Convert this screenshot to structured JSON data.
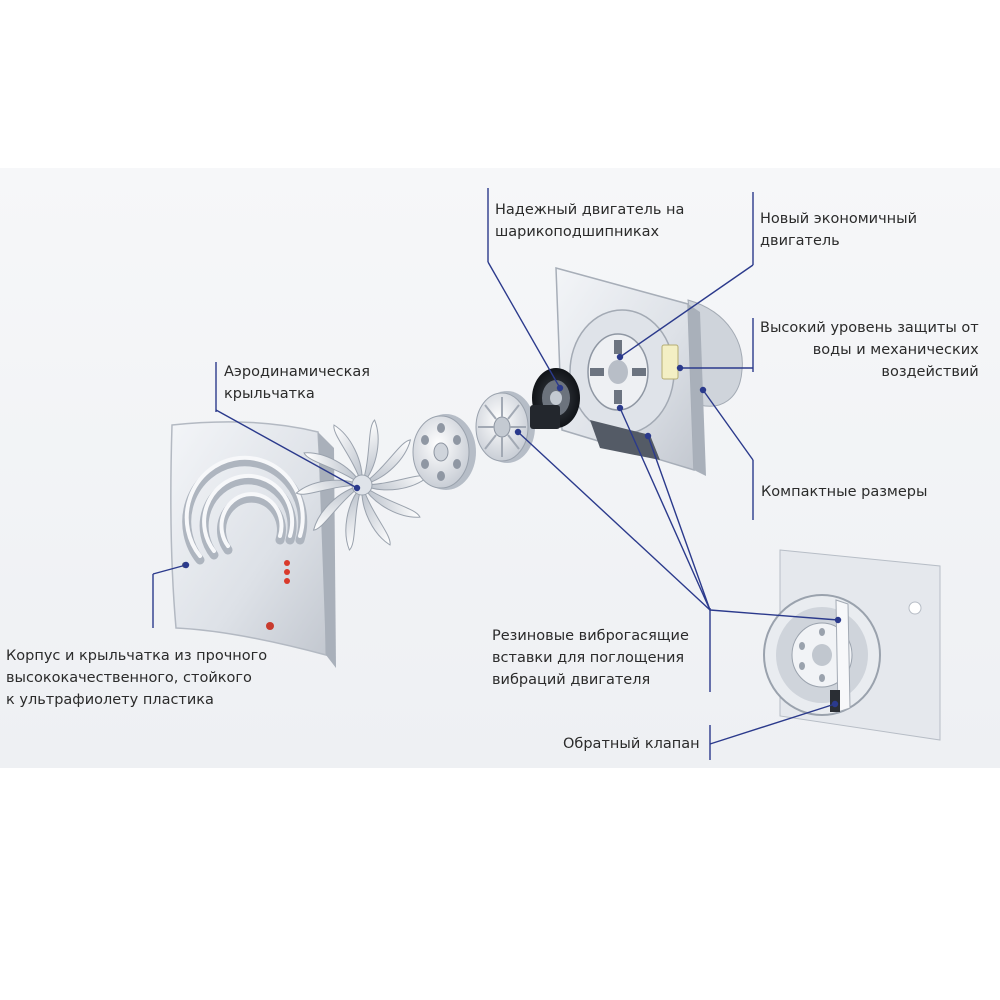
{
  "labels": {
    "bearing_motor": [
      "Надежный двигатель на",
      "шарикоподшипниках"
    ],
    "economic_motor": [
      "Новый экономичный",
      "двигатель"
    ],
    "protection": [
      "Высокий уровень защиты от",
      "воды и механических",
      "воздействий"
    ],
    "impeller": [
      "Аэродинамическая",
      "крыльчатка"
    ],
    "compact": [
      "Компактные размеры"
    ],
    "rubber_inserts": [
      "Резиновые виброгасящие",
      "вставки для поглощения",
      "вибраций двигателя"
    ],
    "housing": [
      "Корпус и крыльчатка из прочного",
      "высококачественного, стойкого",
      "к ультрафиолету пластика"
    ],
    "check_valve": [
      "Обратный клапан"
    ]
  },
  "colors": {
    "leader_line": "#2b3a8c",
    "plastic": "#e4e7ec",
    "text": "#2b2b2b",
    "indicator": "#d93a2b"
  }
}
